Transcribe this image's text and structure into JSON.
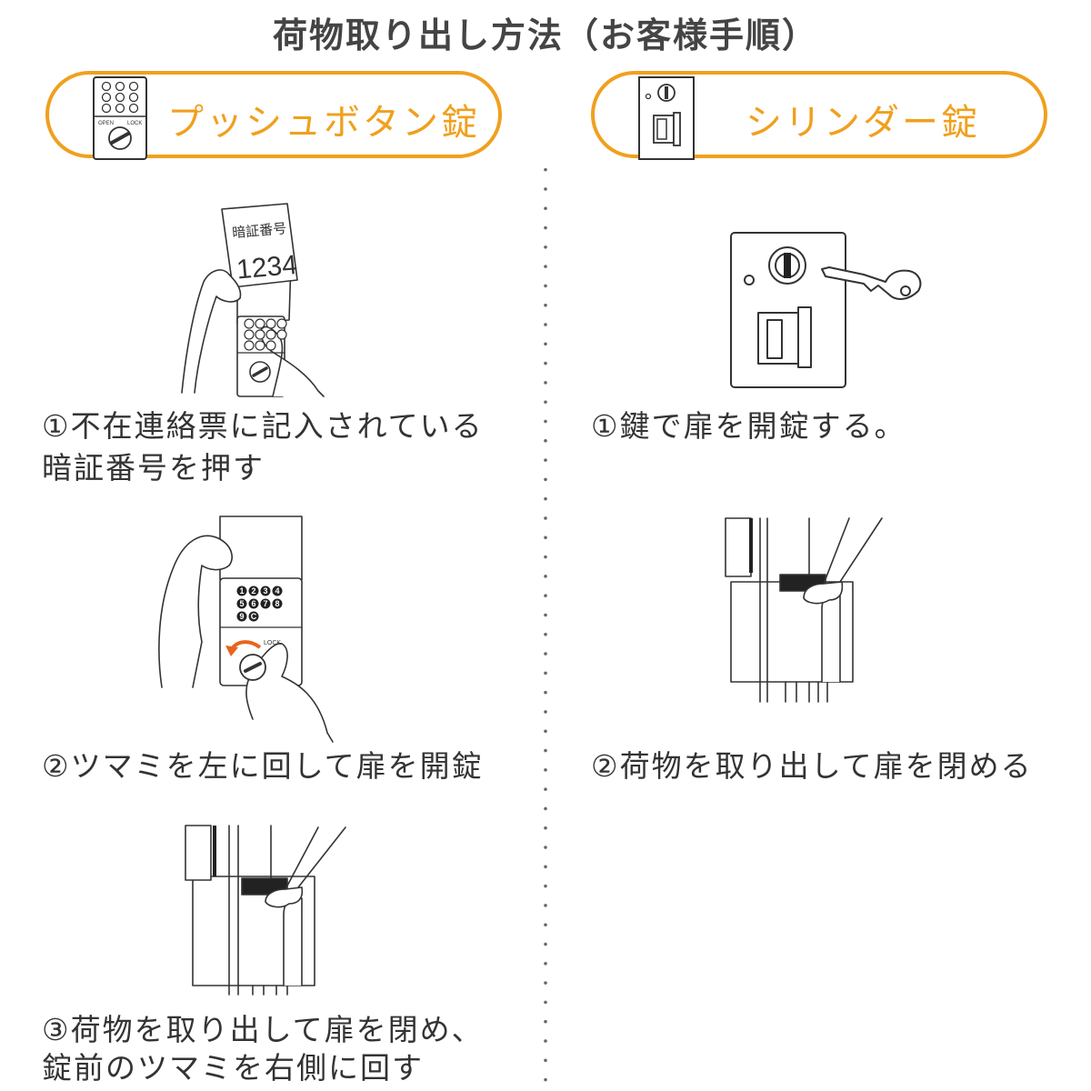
{
  "title": "荷物取り出し方法（お客様手順）",
  "push_button": {
    "label": "プッシュボタン錠",
    "icon_open_label": "OPEN",
    "icon_lock_label": "LOCK",
    "card_heading": "暗証番号",
    "card_number": "1234",
    "keypad_keys": [
      "1",
      "2",
      "3",
      "4",
      "5",
      "6",
      "7",
      "8",
      "9",
      "C"
    ],
    "step1_line1": "①不在連絡票に記入されている",
    "step1_line2": "暗証番号を押す",
    "step2_lock_label": "LOCK",
    "step2": "②ツマミを左に回して扉を開錠",
    "step3_line1": "③荷物を取り出して扉を閉め、",
    "step3_line2": "錠前のツマミを右側に回す"
  },
  "cylinder": {
    "label": "シリンダー錠",
    "step1": "①鍵で扉を開錠する。",
    "step2": "②荷物を取り出して扉を閉める"
  },
  "colors": {
    "accent": "#f0a01e",
    "arrow": "#e8641e",
    "text": "#333333"
  }
}
